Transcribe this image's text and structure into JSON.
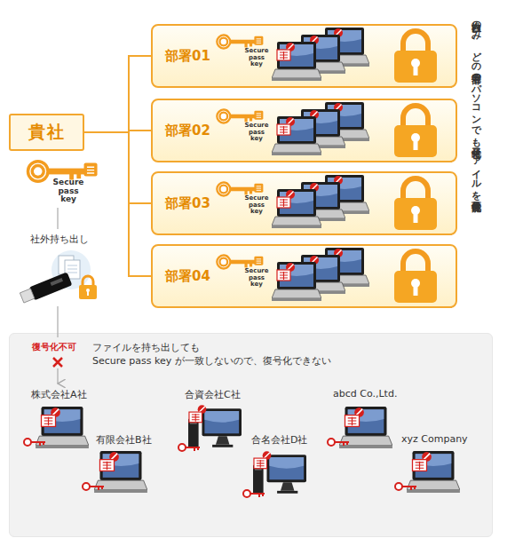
{
  "diagram": {
    "nodes": [
      {
        "text": [
          "貴社"
        ]
      },
      {
        "text": [
          "部署01",
          "Secure pass key"
        ]
      },
      {
        "text": [
          "部署02",
          "Secure pass key"
        ]
      },
      {
        "text": [
          "部署03",
          "Secure pass key"
        ]
      },
      {
        "text": [
          "部署04",
          "Secure pass key"
        ]
      },
      {
        "text": [
          "ファイルを持ち出しても",
          "Secure pass key が一致しないので、復号化できない"
        ]
      }
    ],
    "edges": [
      {
        "from": 0,
        "to": 1,
        "arrow": "none"
      },
      {
        "from": 0,
        "to": 2,
        "arrow": "none"
      },
      {
        "from": 0,
        "to": 3,
        "arrow": "none"
      },
      {
        "from": 0,
        "to": 4,
        "arrow": "none"
      }
    ],
    "labels": [
      "Secure pass key",
      "社外持ち出し",
      "自社内のみ、どの部署のパソコンでも暗号化ファイルを復号化可能",
      "復号化不可",
      "株式会社A社",
      "有限会社B社",
      "合資会社C社",
      "合名会社D社",
      "abcd Co.,Ltd.",
      "xyz Company"
    ]
  }
}
